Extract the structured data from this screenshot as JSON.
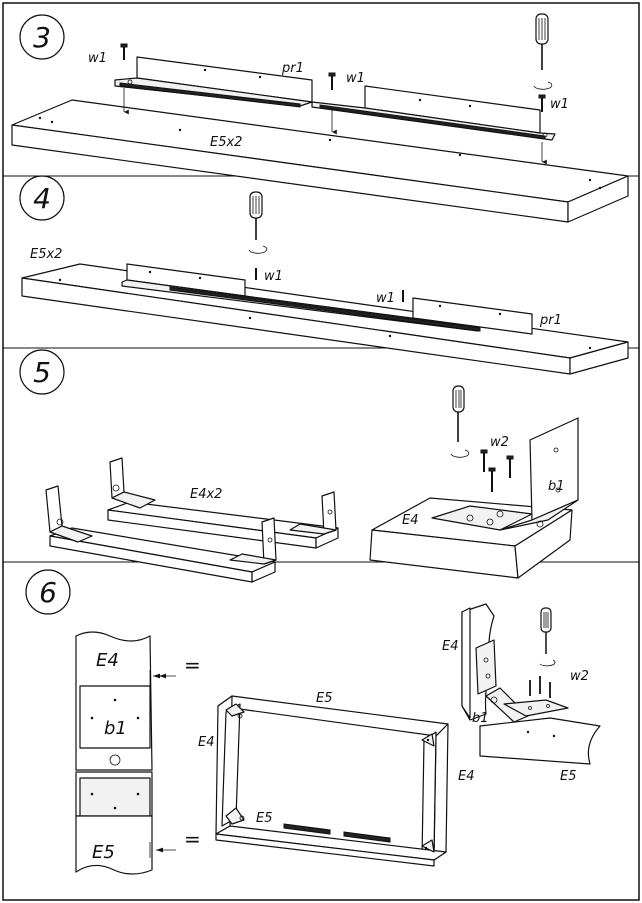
{
  "steps": [
    {
      "number": "3",
      "labels": {
        "w1_a": "w1",
        "pr1": "pr1",
        "w1_b": "w1",
        "w1_c": "w1",
        "panel": "E5x2"
      }
    },
    {
      "number": "4",
      "labels": {
        "panel": "E5x2",
        "w1_a": "w1",
        "w1_b": "w1",
        "pr1": "pr1"
      }
    },
    {
      "number": "5",
      "labels": {
        "panels": "E4x2",
        "w2": "w2",
        "b1": "b1",
        "panel": "E4"
      }
    },
    {
      "number": "6",
      "labels": {
        "detail_e4": "E4",
        "detail_b1": "b1",
        "detail_e5": "E5",
        "equals_top": "=",
        "equals_bottom": "=",
        "frame_e5_top": "E5",
        "frame_e4_left": "E4",
        "frame_e4_right": "E4",
        "frame_e5_bottom": "E5",
        "corner_e4": "E4",
        "corner_w2": "w2",
        "corner_b1": "b1",
        "corner_e5": "E5"
      }
    }
  ],
  "icons": [
    "screwdriver-icon",
    "screw-icon",
    "rotate-arrow-icon",
    "down-arrow-icon",
    "dimension-arrow-icon"
  ]
}
